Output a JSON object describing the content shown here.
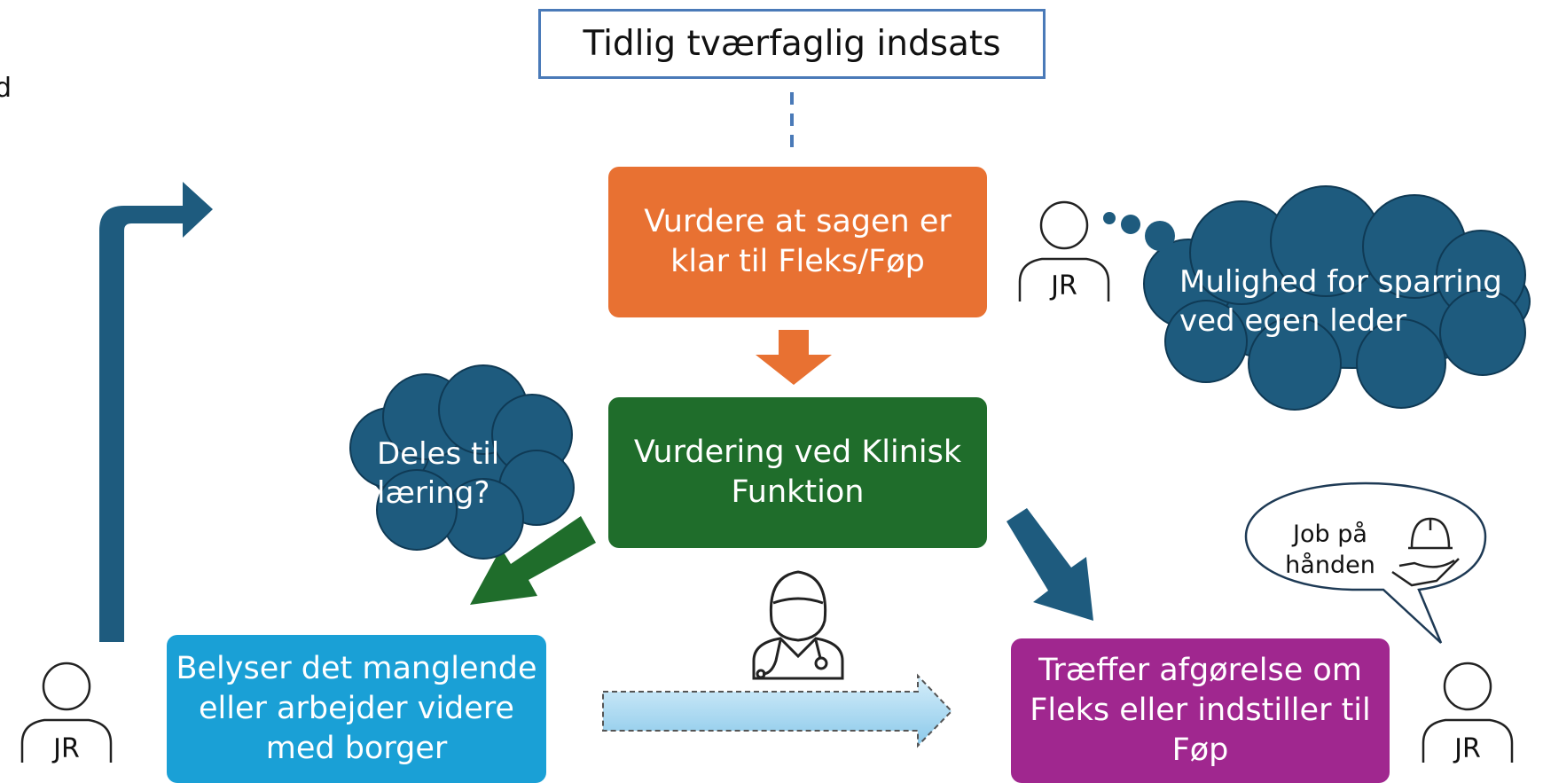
{
  "edge_fragment": "d",
  "top_box": {
    "label": "Tidlig tværfaglig indsats"
  },
  "orange_box": {
    "label": "Vurdere at sagen er\nklar til Fleks/Føp",
    "color": "#e87132"
  },
  "green_box": {
    "label": "Vurdering ved Klinisk\nFunktion",
    "color": "#1f6d2b"
  },
  "blue_box": {
    "label": "Belyser det manglende\neller arbejder videre\nmed borger",
    "color": "#1aa0d6"
  },
  "purple_box": {
    "label": "Træffer afgørelse om\nFleks eller indstiller til\nFøp",
    "color": "#a0278f"
  },
  "cloud_left": {
    "label": "Deles til\nlæring?"
  },
  "cloud_right": {
    "label": "Mulighed for sparring\nved egen leder"
  },
  "speech_bubble": {
    "label": "Job på\nhånden"
  },
  "persons": {
    "top_right": "JR",
    "bottom_left": "JR",
    "bottom_right": "JR"
  },
  "colors": {
    "navy": "#1e5b7e",
    "light_blue": "#a9d8f0",
    "border_blue": "#4a7ab8"
  }
}
